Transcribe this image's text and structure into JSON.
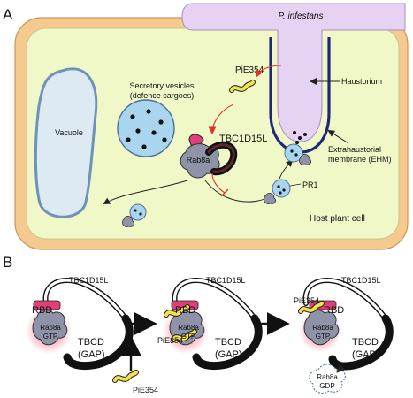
{
  "panel_a": {
    "letter": "A",
    "pathogen": "P. infestans",
    "haustorium": "Haustorium",
    "pie354": "PiE354",
    "vesicles_line1": "Secretory vesicles",
    "vesicles_line2": "(defence cargoes)",
    "vacuole": "Vacuole",
    "tbc": "TBC1D15L",
    "rab": "Rab8a",
    "ehm_line1": "Extrahaustorial",
    "ehm_line2": "membrane (EHM)",
    "pr1": "PR1",
    "host": "Host plant cell"
  },
  "panel_b": {
    "letter": "B",
    "tbc": "TBC1D15L",
    "rbd": "RBD",
    "rab": "Rab8a",
    "gtp": "GTP",
    "gdp": "GDP",
    "tbcd": "TBCD",
    "gap": "(GAP)",
    "pie354": "PiE354"
  },
  "colors": {
    "cell_wall": "#f6c98e",
    "cytoplasm": "#f1f8c8",
    "pathogen": "#e6d2f3",
    "ehm": "#1e2a78",
    "vacuole_fill": "#dde9f3",
    "vacuole_edge": "#6f93b8",
    "vesicle": "#a9d6ee",
    "rbd_magenta": "#e0407a",
    "effector_yellow": "#f4e24a",
    "rab_grey": "#8e93a8",
    "red_arrow": "#d9362b"
  }
}
